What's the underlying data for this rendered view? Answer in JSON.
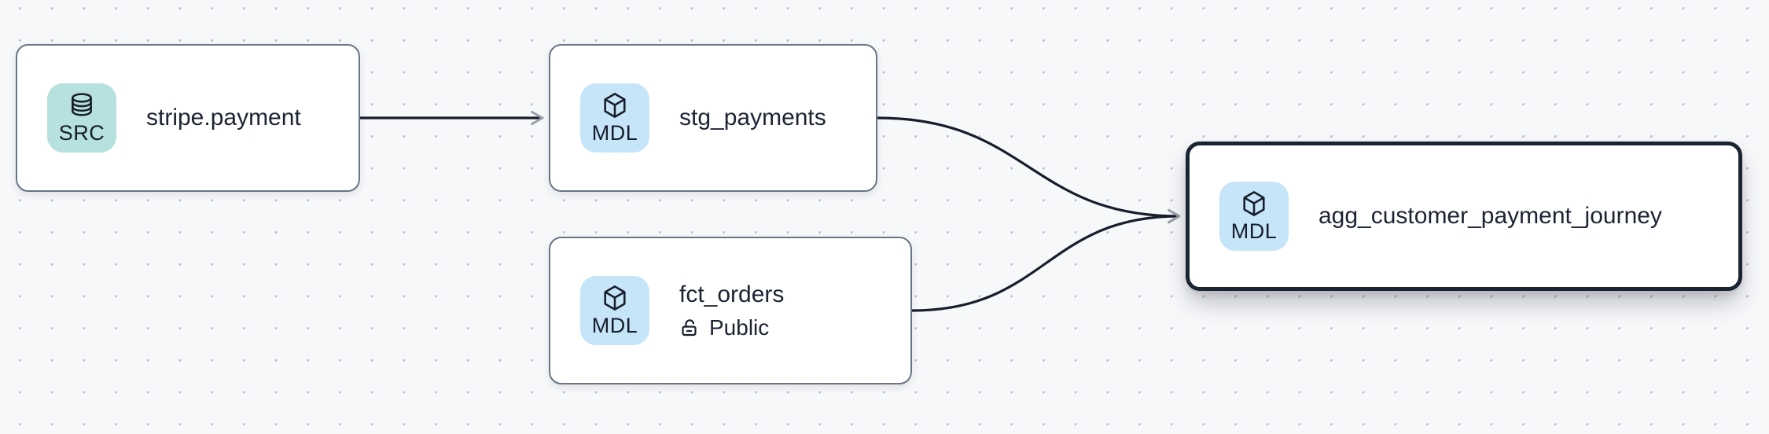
{
  "app": {
    "view": "data-lineage-graph",
    "background_color": "#f7f8fa",
    "grid_dot_color": "#b9bec7",
    "edge_color": "#171e2b",
    "arrowhead_color": "#97a0ac",
    "node_border_color": "#697586",
    "selected_node_border_color": "#1b2433",
    "text_color": "#1c2333"
  },
  "nodes": [
    {
      "id": "stripe.payment",
      "title": "stripe.payment",
      "badge": {
        "label": "SRC",
        "icon": "database-icon",
        "bg": "#b7e1de"
      },
      "selected": false
    },
    {
      "id": "stg_payments",
      "title": "stg_payments",
      "badge": {
        "label": "MDL",
        "icon": "cube-icon",
        "bg": "#c7e5f8"
      },
      "selected": false
    },
    {
      "id": "fct_orders",
      "title": "fct_orders",
      "badge": {
        "label": "MDL",
        "icon": "cube-icon",
        "bg": "#c7e5f8"
      },
      "access_label": "Public",
      "access_icon": "lock-open-icon",
      "selected": false
    },
    {
      "id": "agg_customer_payment_journey",
      "title": "agg_customer_payment_journey",
      "badge": {
        "label": "MDL",
        "icon": "cube-icon",
        "bg": "#c7e5f8"
      },
      "selected": true
    }
  ],
  "edges": [
    {
      "source": "stripe.payment",
      "target": "stg_payments"
    },
    {
      "source": "stg_payments",
      "target": "agg_customer_payment_journey"
    },
    {
      "source": "fct_orders",
      "target": "agg_customer_payment_journey"
    }
  ]
}
